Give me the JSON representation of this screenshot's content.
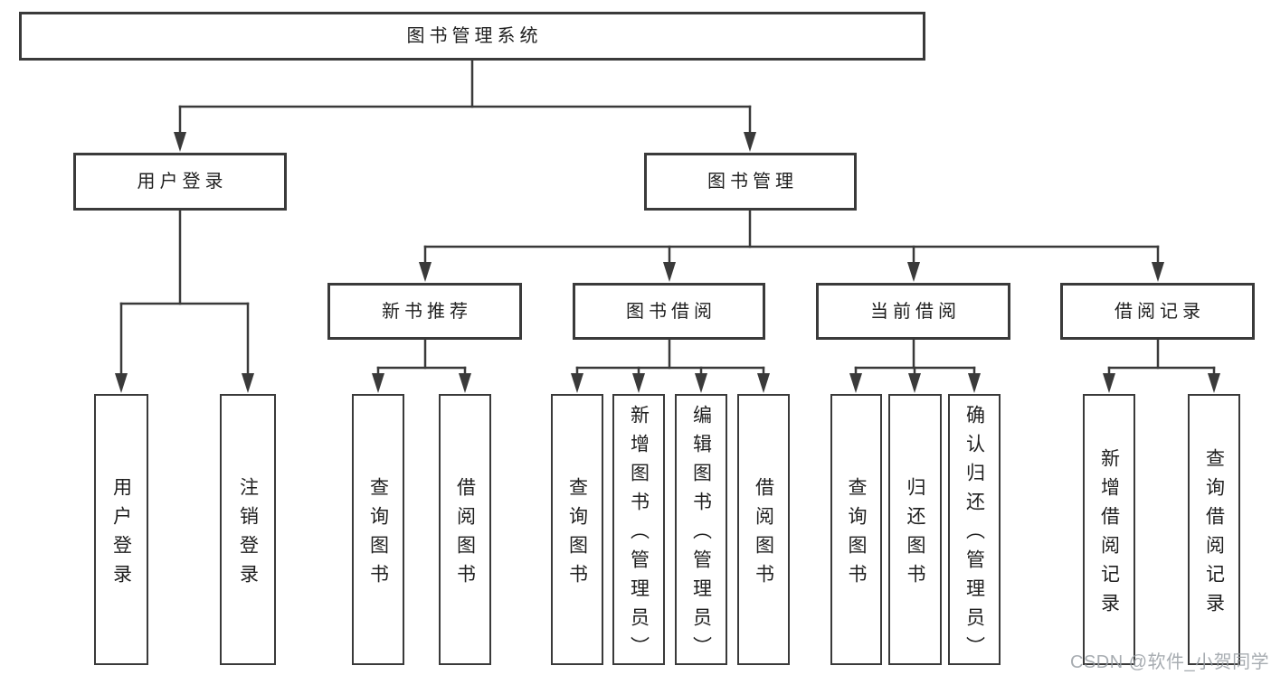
{
  "diagram": {
    "type": "hierarchy-tree",
    "nodes": {
      "root": "图书管理系统",
      "user_login": "用户登录",
      "book_mgmt": "图书管理",
      "ul_leaf_login": "用户登录",
      "ul_leaf_logout": "注销登录",
      "new_book_rec": "新书推荐",
      "book_borrow": "图书借阅",
      "current_borrow": "当前借阅",
      "borrow_records": "借阅记录",
      "nb_query": "查询图书",
      "nb_borrow": "借阅图书",
      "bb_query": "查询图书",
      "bb_add": "新增图书（管理员）",
      "bb_edit": "编辑图书（管理员）",
      "bb_borrow": "借阅图书",
      "cb_query": "查询图书",
      "cb_return": "归还图书",
      "cb_confirm": "确认归还（管理员）",
      "br_add": "新增借阅记录",
      "br_query": "查询借阅记录"
    },
    "edges": [
      [
        "root",
        "user_login"
      ],
      [
        "root",
        "book_mgmt"
      ],
      [
        "user_login",
        "ul_leaf_login"
      ],
      [
        "user_login",
        "ul_leaf_logout"
      ],
      [
        "book_mgmt",
        "new_book_rec"
      ],
      [
        "book_mgmt",
        "book_borrow"
      ],
      [
        "book_mgmt",
        "current_borrow"
      ],
      [
        "book_mgmt",
        "borrow_records"
      ],
      [
        "new_book_rec",
        "nb_query"
      ],
      [
        "new_book_rec",
        "nb_borrow"
      ],
      [
        "book_borrow",
        "bb_query"
      ],
      [
        "book_borrow",
        "bb_add"
      ],
      [
        "book_borrow",
        "bb_edit"
      ],
      [
        "book_borrow",
        "bb_borrow"
      ],
      [
        "current_borrow",
        "cb_query"
      ],
      [
        "current_borrow",
        "cb_return"
      ],
      [
        "current_borrow",
        "cb_confirm"
      ],
      [
        "borrow_records",
        "br_add"
      ],
      [
        "borrow_records",
        "br_query"
      ]
    ],
    "colors": {
      "line": "#3a3a3a",
      "box_border": "#3a3a3a",
      "text": "#1f1f1f",
      "background": "#ffffff"
    }
  },
  "watermark": {
    "text": "CSDN @软件_小贺同学",
    "color": "#989da3"
  }
}
